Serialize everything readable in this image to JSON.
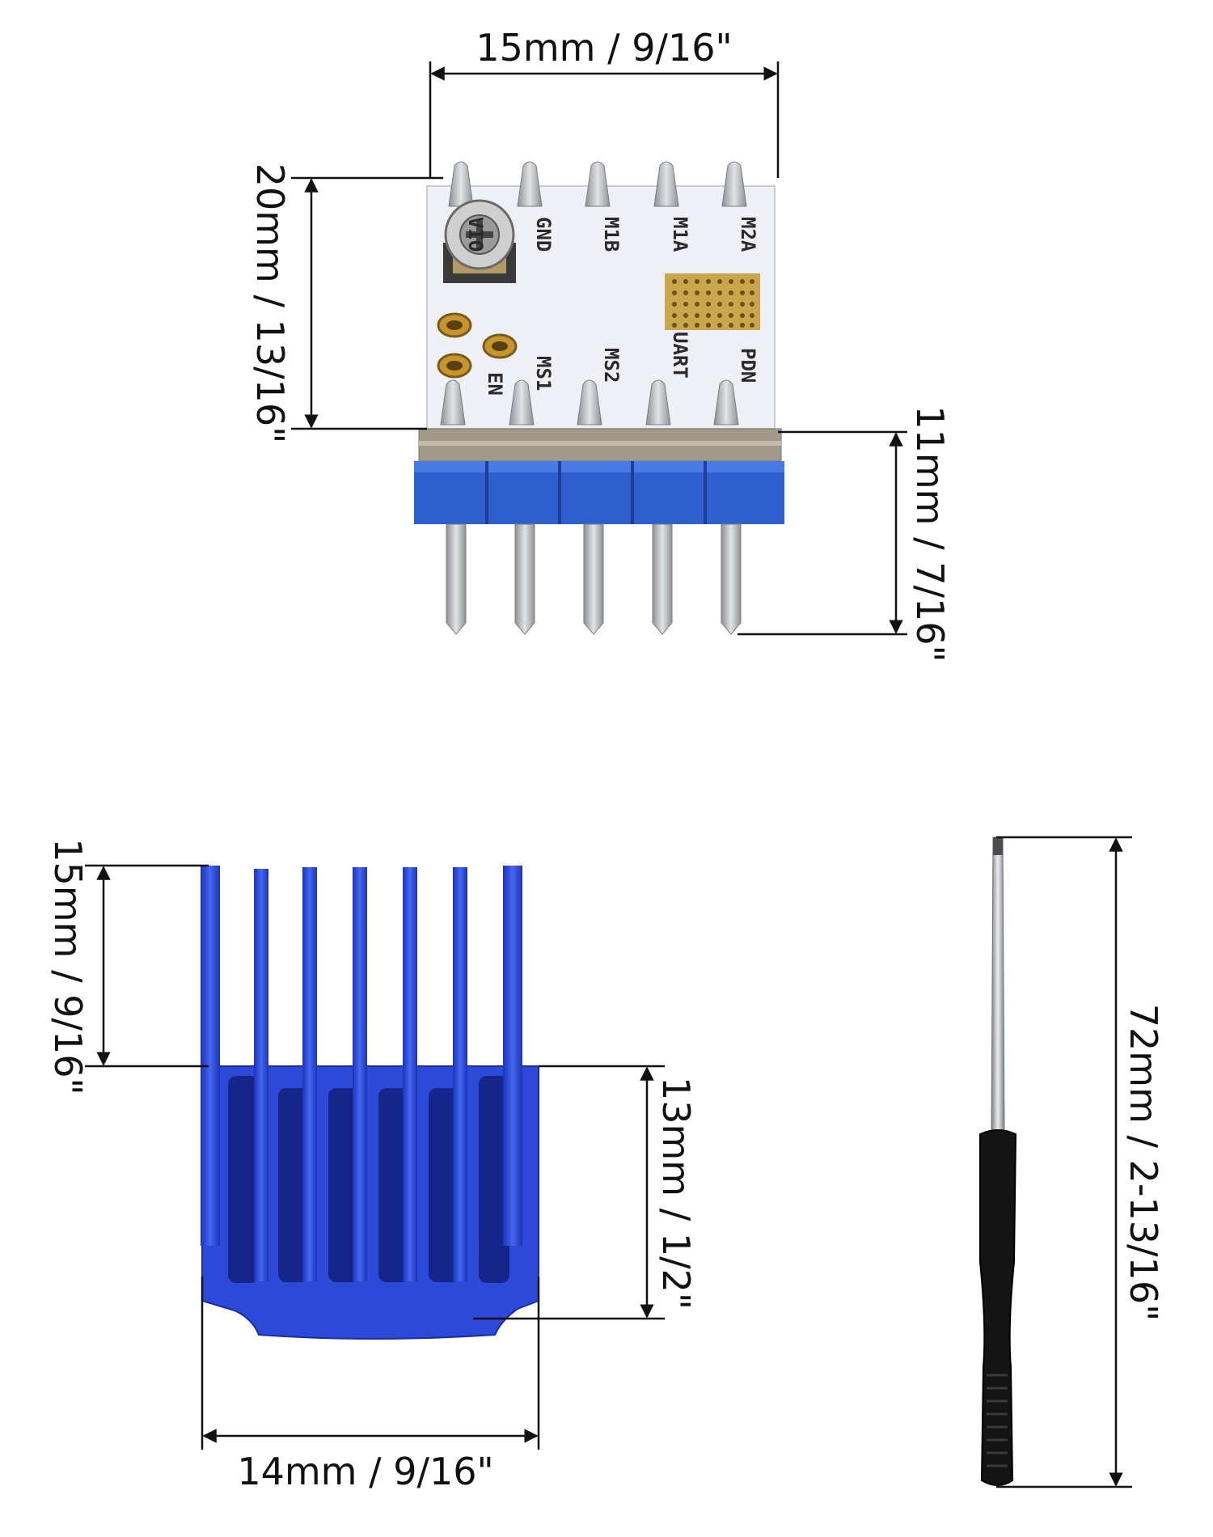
{
  "board": {
    "width_label": "15mm / 9/16\"",
    "height_label": "20mm / 13/16\"",
    "pin_length_label": "11mm / 7/16\"",
    "silk_top": [
      "VIO",
      "GND",
      "M1B",
      "M1A",
      "M2A"
    ],
    "silk_bottom": [
      "EN",
      "MS1",
      "MS2",
      "UART",
      "PDN"
    ],
    "colors": {
      "board": "#eef0f6",
      "header": "#2f5fcf",
      "pin": "#b9bcc0"
    }
  },
  "heatsink": {
    "fin_height_label": "15mm / 9/16\"",
    "base_height_label": "13mm / 1/2\"",
    "width_label": "14mm / 9/16\"",
    "color": "#2c49d8"
  },
  "screwdriver": {
    "length_label": "72mm / 2-13/16\"",
    "handle_color": "#141414"
  }
}
